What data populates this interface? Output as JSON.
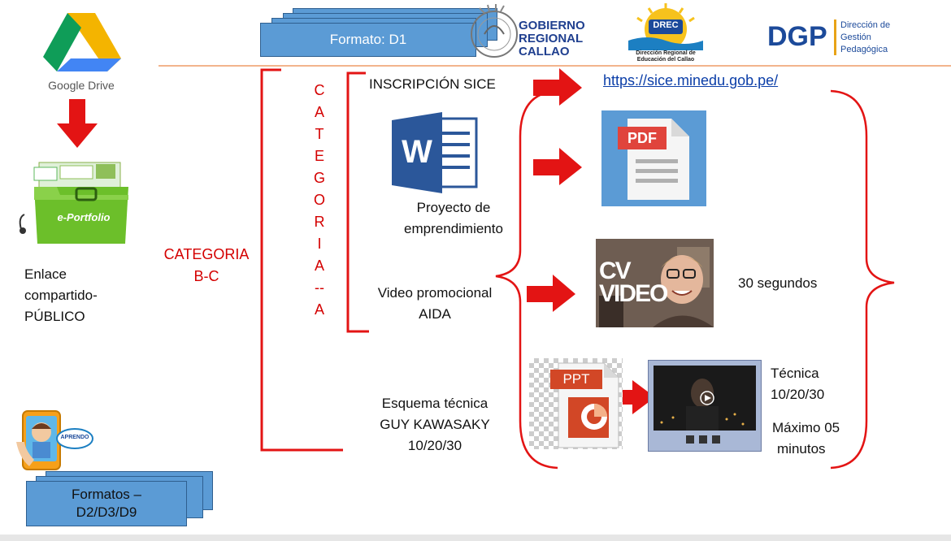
{
  "header": {
    "formato_label": "Formato: D1",
    "gobierno_line1": "GOBIERNO",
    "gobierno_line2": "REGIONAL",
    "gobierno_line3": "CALLAO",
    "drec_badge": "DREC",
    "drec_sub1": "Dirección Regional de",
    "drec_sub2": "Educación del Callao",
    "dgp_abbr": "DGP",
    "dgp_line1": "Dirección de",
    "dgp_line2": "Gestión",
    "dgp_line3": "Pedagógica"
  },
  "left": {
    "drive_label": "Google Drive",
    "portfolio_label": "e-Portfolio",
    "enlace_line1": "Enlace",
    "enlace_line2": "compartido-",
    "enlace_line3": "PÚBLICO",
    "aprendo_label": "APRENDO",
    "formatos_line1": "Formatos –",
    "formatos_line2": "D2/D3/D9"
  },
  "categoria": {
    "line1": "CATEGORIA",
    "line2": "B-C",
    "vertical_letters": [
      "C",
      "A",
      "T",
      "E",
      "G",
      "O",
      "R",
      "I",
      "A",
      "--",
      "A"
    ]
  },
  "items": {
    "inscripcion": "INSCRIPCIÓN SICE",
    "proyecto_line1": "Proyecto de",
    "proyecto_line2": "emprendimiento",
    "video_line1": "Video promocional",
    "video_line2": "AIDA",
    "esquema_line1": "Esquema técnica",
    "esquema_line2": "GUY KAWASAKY",
    "esquema_line3": "10/20/30"
  },
  "right": {
    "sice_link": "https://sice.minedu.gob.pe/",
    "pdf_label": "PDF",
    "cv_label1": "CV",
    "cv_label2": "VIDEO",
    "segundos": "30 segundos",
    "ppt_label": "PPT",
    "tecnica_line1": "Técnica",
    "tecnica_line2": "10/20/30",
    "maximo_line1": "Máximo 05",
    "maximo_line2": "minutos"
  },
  "colors": {
    "accent_red": "#e31414",
    "brace_red": "#e31414",
    "banner_blue": "#5b9bd5",
    "link_blue": "#0b3ea8",
    "word_blue": "#2b579a",
    "pdf_red": "#e0443c",
    "ppt_orange": "#d24726"
  }
}
